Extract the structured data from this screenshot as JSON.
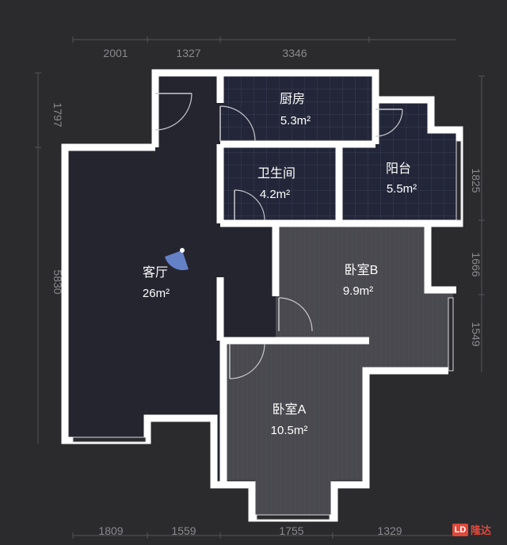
{
  "dimensions": {
    "top": [
      "2001",
      "1327",
      "3346"
    ],
    "bottom": [
      "1809",
      "1559",
      "1755",
      "1329"
    ],
    "left": [
      "1797",
      "5830"
    ],
    "right": [
      "1825",
      "1666",
      "1549"
    ]
  },
  "rooms": {
    "kitchen": {
      "name": "厨房",
      "area": "5.3m²"
    },
    "bathroom": {
      "name": "卫生间",
      "area": "4.2m²"
    },
    "balcony": {
      "name": "阳台",
      "area": "5.5m²"
    },
    "living": {
      "name": "客厅",
      "area": "26m²"
    },
    "bedroom_b": {
      "name": "卧室B",
      "area": "9.9m²"
    },
    "bedroom_a": {
      "name": "卧室A",
      "area": "10.5m²"
    }
  },
  "logo": {
    "mark": "LD",
    "text": "隆达"
  },
  "colors": {
    "background": "#2b2b2e",
    "living_floor": "#24252f",
    "tile_floor": "#232638",
    "wood_floor": "#4a4a50",
    "wall": "#ffffff",
    "brand": "#e0483a"
  },
  "icons": {
    "camera": "camera-view-icon"
  }
}
